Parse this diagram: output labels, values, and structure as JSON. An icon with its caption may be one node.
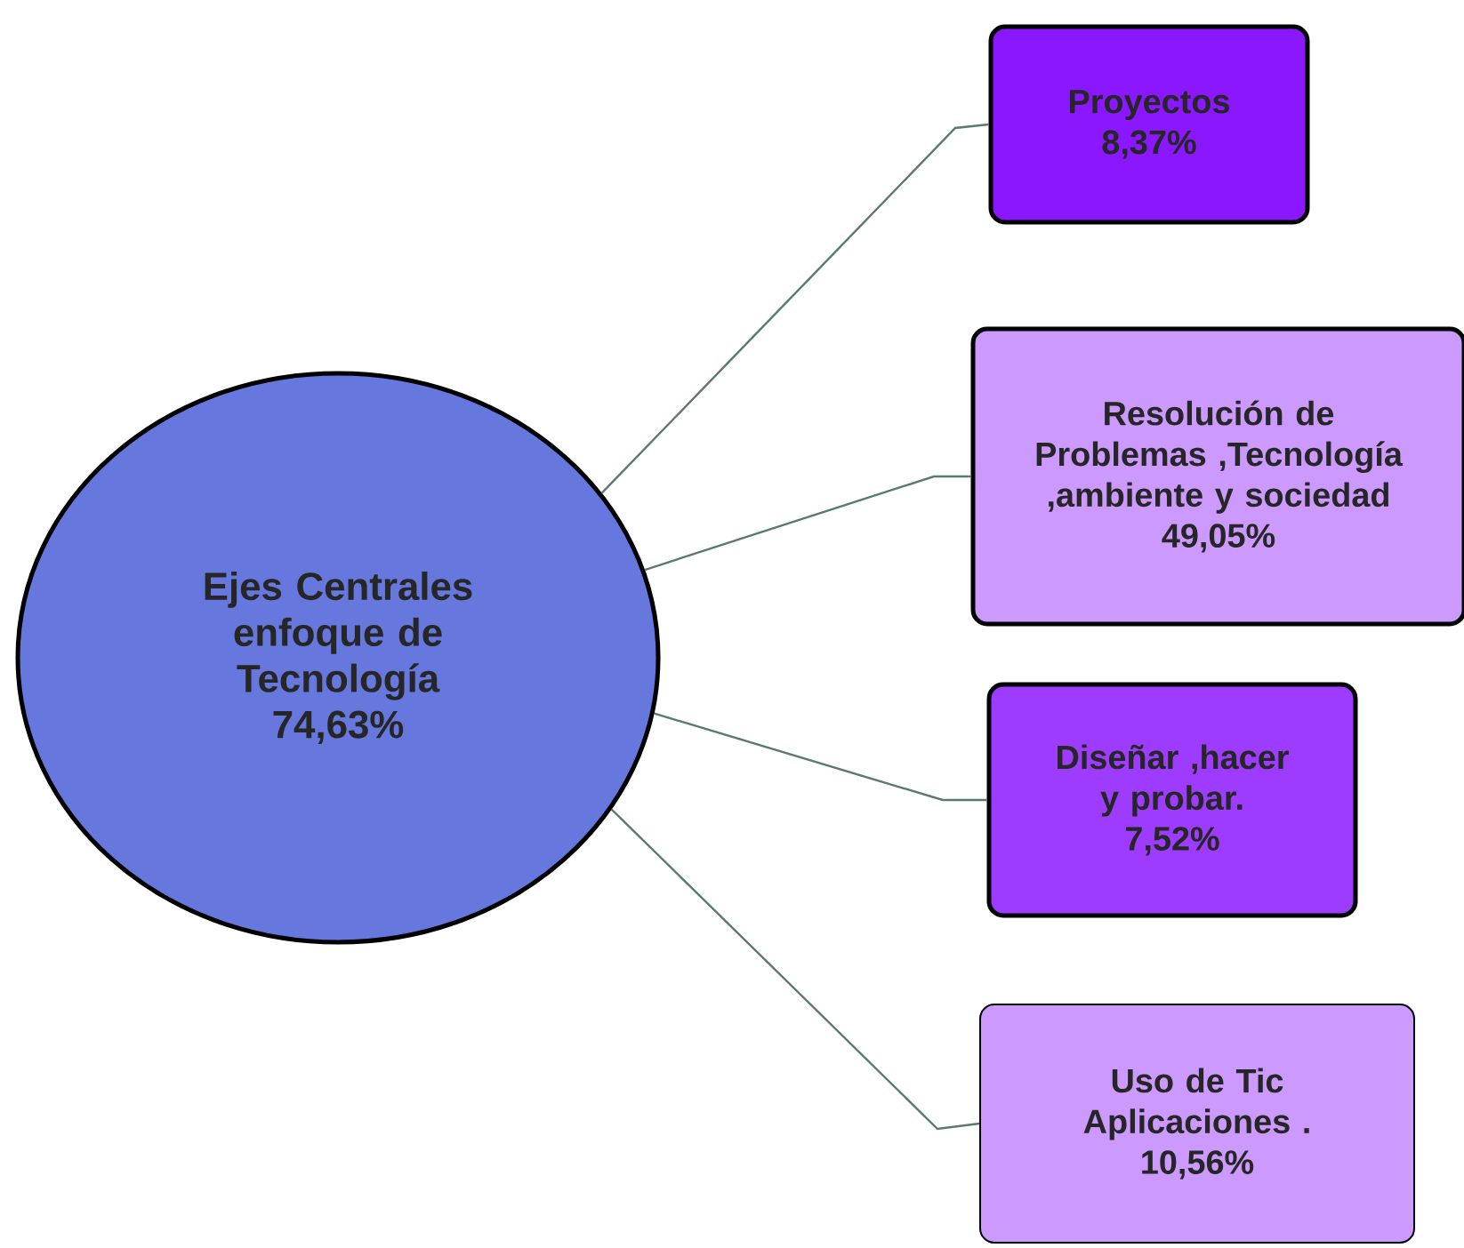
{
  "diagram": {
    "nodes": [
      {
        "text": [
          "Ejes Centrales enfoque de Tecnología",
          "74,63%"
        ]
      },
      {
        "text": [
          "Proyectos",
          "8,37%"
        ]
      },
      {
        "text": [
          "Resolución de Problemas ,Tecnología ,ambiente y sociedad",
          "49,05%"
        ]
      },
      {
        "text": [
          "Diseñar ,hacer y probar.",
          "7,52%"
        ]
      },
      {
        "text": [
          "Uso de Tic Aplicaciones .",
          "10,56%"
        ]
      }
    ],
    "edges": [
      {
        "from": 0,
        "to": 1,
        "arrow": "none"
      },
      {
        "from": 0,
        "to": 2,
        "arrow": "none"
      },
      {
        "from": 0,
        "to": 3,
        "arrow": "none"
      },
      {
        "from": 0,
        "to": 4,
        "arrow": "none"
      }
    ]
  }
}
